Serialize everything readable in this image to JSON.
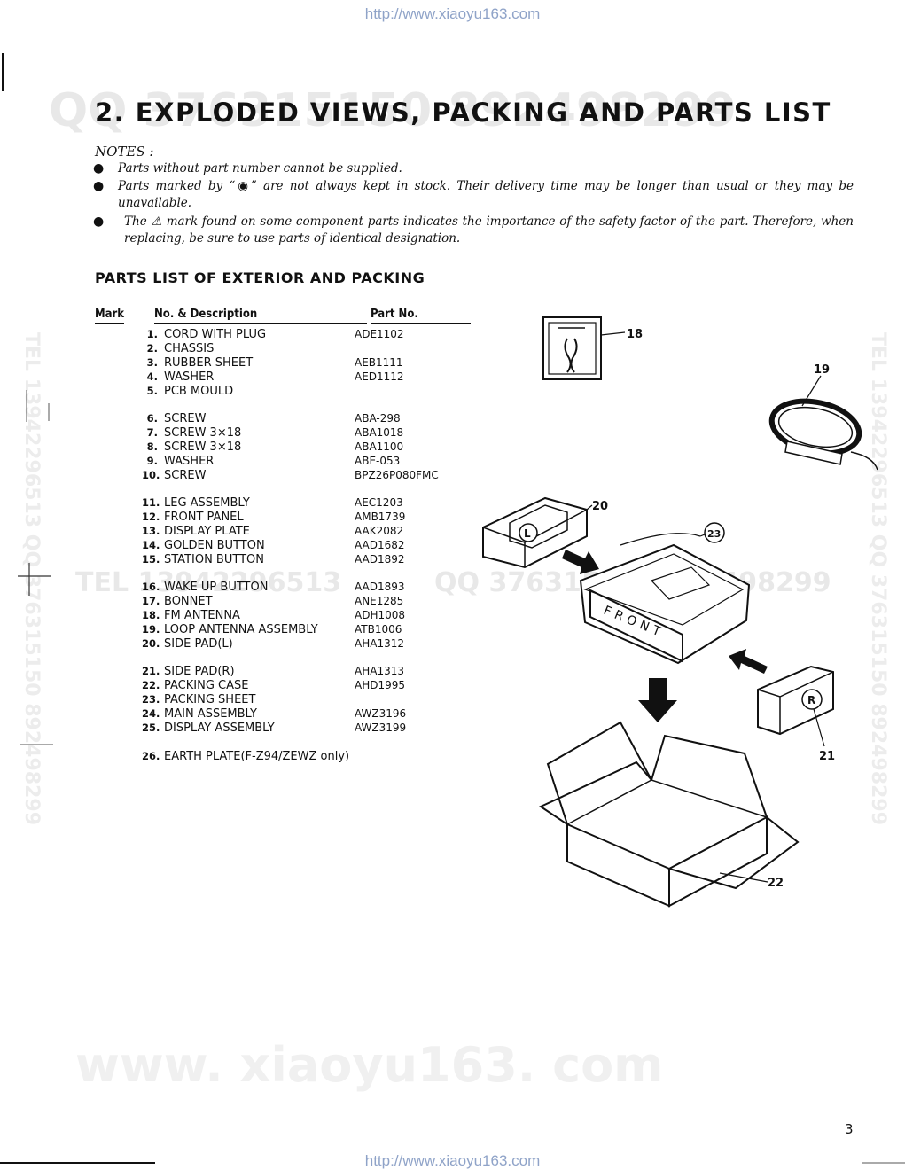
{
  "url_top": "http://www.xiaoyu163.com",
  "url_bottom": "http://www.xiaoyu163.com",
  "watermarks": {
    "qq_line": "QQ 376315150  892498299",
    "tel_line": "TEL 13942296513",
    "qq_mid": "QQ 376315150 892498299",
    "site": "www. xiaoyu163. com",
    "vert_left": "TEL 13942296513  QQ 376315150  892498299",
    "vert_right": "TEL 13942296513  QQ 376315150  892498299"
  },
  "title": "2. EXPLODED VIEWS, PACKING AND PARTS LIST",
  "notes_title": "NOTES :",
  "notes": [
    "Parts without part number cannot be supplied.",
    "Parts marked by “◉” are not always kept in stock.  Their delivery time may be longer than usual or they may be unavailable.",
    "The ⚠ mark found on some component parts indicates the importance of the safety factor of the part. Therefore, when replacing, be sure to use parts of identical designation."
  ],
  "section_title": "PARTS LIST OF EXTERIOR AND PACKING",
  "table_headers": {
    "mark": "Mark",
    "desc": "No. & Description",
    "part": "Part No."
  },
  "parts": [
    {
      "no": "1.",
      "desc": "CORD WITH PLUG",
      "part": "ADE1102"
    },
    {
      "no": "2.",
      "desc": "CHASSIS",
      "part": ""
    },
    {
      "no": "3.",
      "desc": "RUBBER SHEET",
      "part": "AEB1111"
    },
    {
      "no": "4.",
      "desc": "WASHER",
      "part": "AED1112"
    },
    {
      "no": "5.",
      "desc": "PCB MOULD",
      "part": ""
    },
    {
      "no": "6.",
      "desc": "SCREW",
      "part": "ABA-298"
    },
    {
      "no": "7.",
      "desc": "SCREW 3×18",
      "part": "ABA1018"
    },
    {
      "no": "8.",
      "desc": "SCREW 3×18",
      "part": "ABA1100"
    },
    {
      "no": "9.",
      "desc": "WASHER",
      "part": "ABE-053"
    },
    {
      "no": "10.",
      "desc": "SCREW",
      "part": "BPZ26P080FMC"
    },
    {
      "no": "11.",
      "desc": "LEG ASSEMBLY",
      "part": "AEC1203"
    },
    {
      "no": "12.",
      "desc": "FRONT PANEL",
      "part": "AMB1739"
    },
    {
      "no": "13.",
      "desc": "DISPLAY PLATE",
      "part": "AAK2082"
    },
    {
      "no": "14.",
      "desc": "GOLDEN BUTTON",
      "part": "AAD1682"
    },
    {
      "no": "15.",
      "desc": "STATION BUTTON",
      "part": "AAD1892"
    },
    {
      "no": "16.",
      "desc": "WAKE UP BUTTON",
      "part": "AAD1893"
    },
    {
      "no": "17.",
      "desc": "BONNET",
      "part": "ANE1285"
    },
    {
      "no": "18.",
      "desc": "FM ANTENNA",
      "part": "ADH1008"
    },
    {
      "no": "19.",
      "desc": "LOOP ANTENNA ASSEMBLY",
      "part": "ATB1006"
    },
    {
      "no": "20.",
      "desc": "SIDE PAD(L)",
      "part": "AHA1312"
    },
    {
      "no": "21.",
      "desc": "SIDE PAD(R)",
      "part": "AHA1313"
    },
    {
      "no": "22.",
      "desc": "PACKING CASE",
      "part": "AHD1995"
    },
    {
      "no": "23.",
      "desc": "PACKING SHEET",
      "part": ""
    },
    {
      "no": "24.",
      "desc": "MAIN ASSEMBLY",
      "part": "AWZ3196"
    },
    {
      "no": "25.",
      "desc": "DISPLAY ASSEMBLY",
      "part": "AWZ3199"
    },
    {
      "no": "26.",
      "desc": "EARTH PLATE(F-Z94/ZEWZ only)",
      "part": ""
    }
  ],
  "diagram_labels": {
    "fm_antenna": "18",
    "loop_antenna": "19",
    "side_pad_l": "20",
    "side_pad_r": "21",
    "packing_case": "22",
    "packing_sheet": "23",
    "pad_l_mark": "L",
    "pad_r_mark": "R",
    "front_text": "FRONT"
  },
  "page_number": "3"
}
